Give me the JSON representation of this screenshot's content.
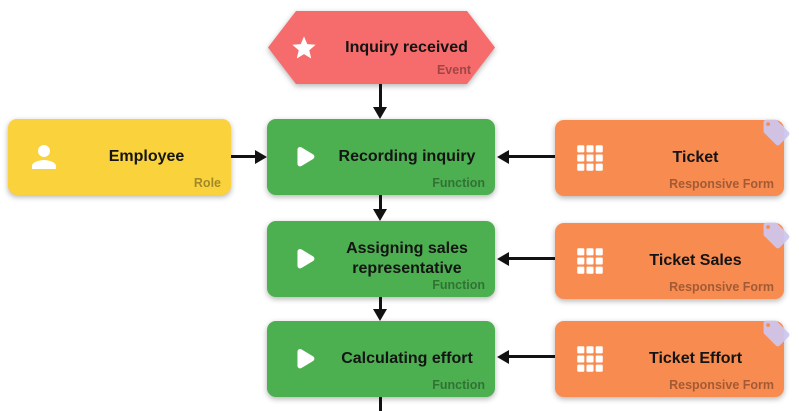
{
  "diagram": {
    "background": "#ffffff",
    "connector_color": "#121212",
    "nodes": {
      "event_inquiry": {
        "title": "Inquiry received",
        "type_label": "Event",
        "color": "#f66b6b",
        "icon": "star-icon",
        "shape": "hexagon"
      },
      "employee": {
        "title": "Employee",
        "type_label": "Role",
        "color": "#f9d23c",
        "icon": "person-icon",
        "shape": "rounded-rect"
      },
      "recording": {
        "title": "Recording inquiry",
        "type_label": "Function",
        "color": "#4caf50",
        "icon": "play-icon",
        "shape": "rounded-rect"
      },
      "assigning": {
        "title": "Assigning sales representative",
        "type_label": "Function",
        "color": "#4caf50",
        "icon": "play-icon",
        "shape": "rounded-rect"
      },
      "calculating": {
        "title": "Calculating effort",
        "type_label": "Function",
        "color": "#4caf50",
        "icon": "play-icon",
        "shape": "rounded-rect"
      },
      "ticket": {
        "title": "Ticket",
        "type_label": "Responsive Form",
        "color": "#f88b50",
        "icon": "grid-icon",
        "badge": "tag-icon",
        "badge_color": "#cdc6f0",
        "shape": "rounded-rect"
      },
      "ticket_sales": {
        "title": "Ticket Sales",
        "type_label": "Responsive Form",
        "color": "#f88b50",
        "icon": "grid-icon",
        "badge": "tag-icon",
        "badge_color": "#cdc6f0",
        "shape": "rounded-rect"
      },
      "ticket_effort": {
        "title": "Ticket Effort",
        "type_label": "Responsive Form",
        "color": "#f88b50",
        "icon": "grid-icon",
        "badge": "tag-icon",
        "badge_color": "#cdc6f0",
        "shape": "rounded-rect"
      }
    },
    "connections": [
      {
        "from": "event_inquiry",
        "to": "recording"
      },
      {
        "from": "employee",
        "to": "recording"
      },
      {
        "from": "ticket",
        "to": "recording"
      },
      {
        "from": "recording",
        "to": "assigning"
      },
      {
        "from": "ticket_sales",
        "to": "assigning"
      },
      {
        "from": "assigning",
        "to": "calculating"
      },
      {
        "from": "ticket_effort",
        "to": "calculating"
      },
      {
        "from": "calculating",
        "to": "offscreen-bottom"
      }
    ]
  }
}
